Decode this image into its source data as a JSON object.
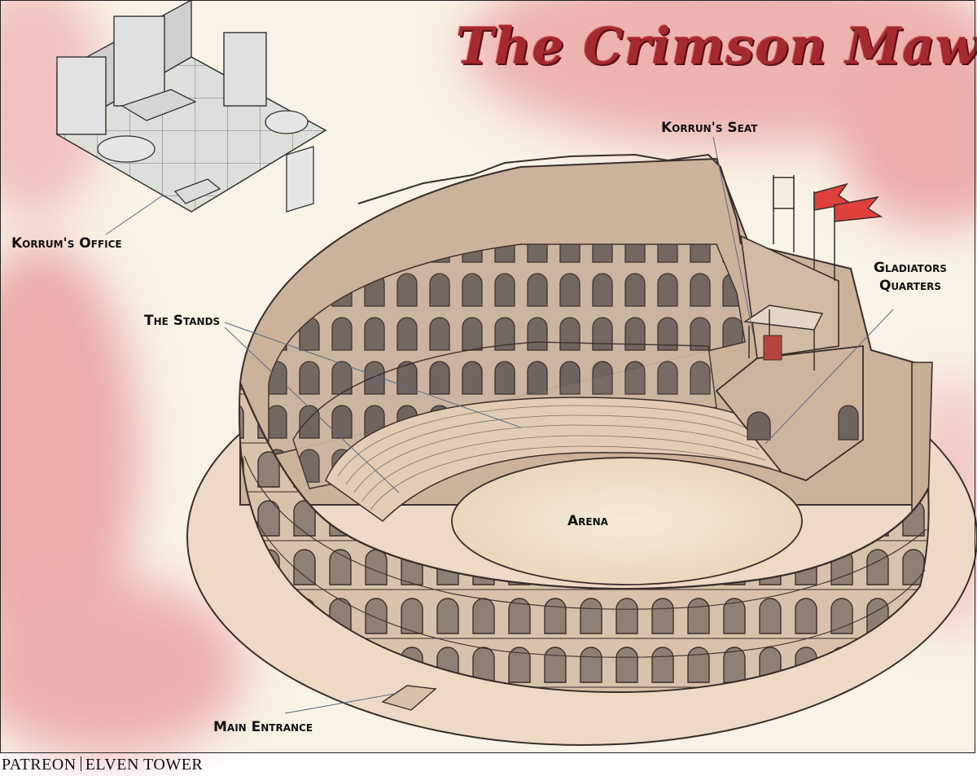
{
  "map": {
    "title": "The Crimson Maw",
    "labels": {
      "office": "Korrum's Office",
      "seat": "Korrun's Seat",
      "gladiators_line1": "Gladiators",
      "gladiators_line2": "Quarters",
      "stands": "The Stands",
      "arena": "Arena",
      "entrance": "Main Entrance"
    },
    "colors": {
      "ground": "#f8f3e6",
      "watercolor_red": "#e9a3a3",
      "stone": "#d9c3ad",
      "stone_shadow": "#a99585",
      "arena_sand": "#f0e2cc",
      "flag": "#e0403c",
      "title": "#a42a30"
    }
  },
  "footer": {
    "left": "PATREON",
    "right": "ELVEN TOWER"
  }
}
